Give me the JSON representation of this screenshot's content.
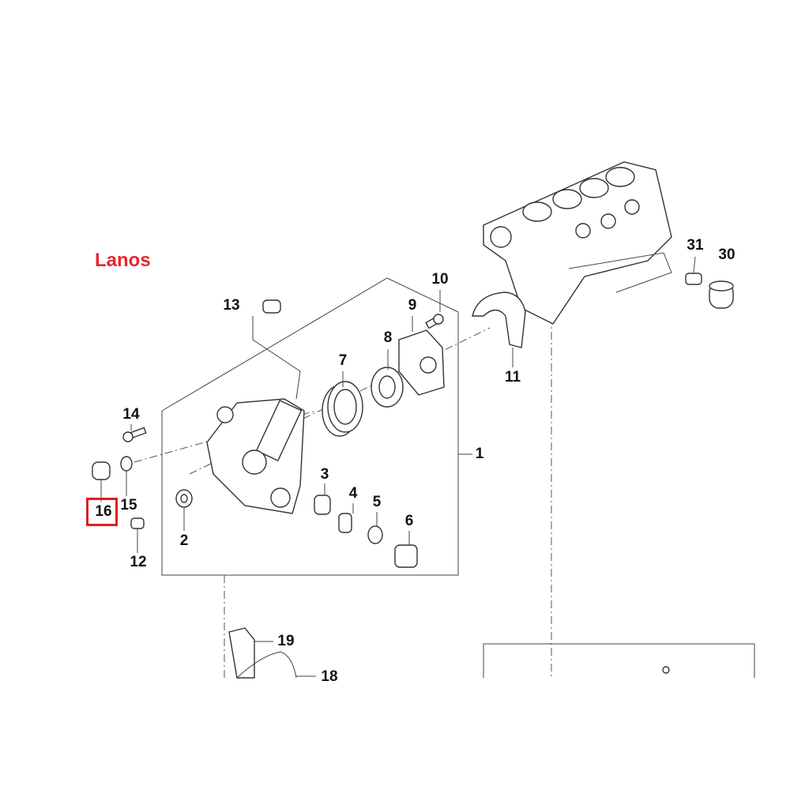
{
  "title": "Lanos",
  "highlighted_part": "16",
  "highlight_color": "#e31b23",
  "title_color": "#e8262a",
  "callouts": [
    "1",
    "2",
    "3",
    "4",
    "5",
    "6",
    "7",
    "8",
    "9",
    "10",
    "11",
    "12",
    "13",
    "14",
    "15",
    "16",
    "18",
    "19",
    "30",
    "31"
  ]
}
